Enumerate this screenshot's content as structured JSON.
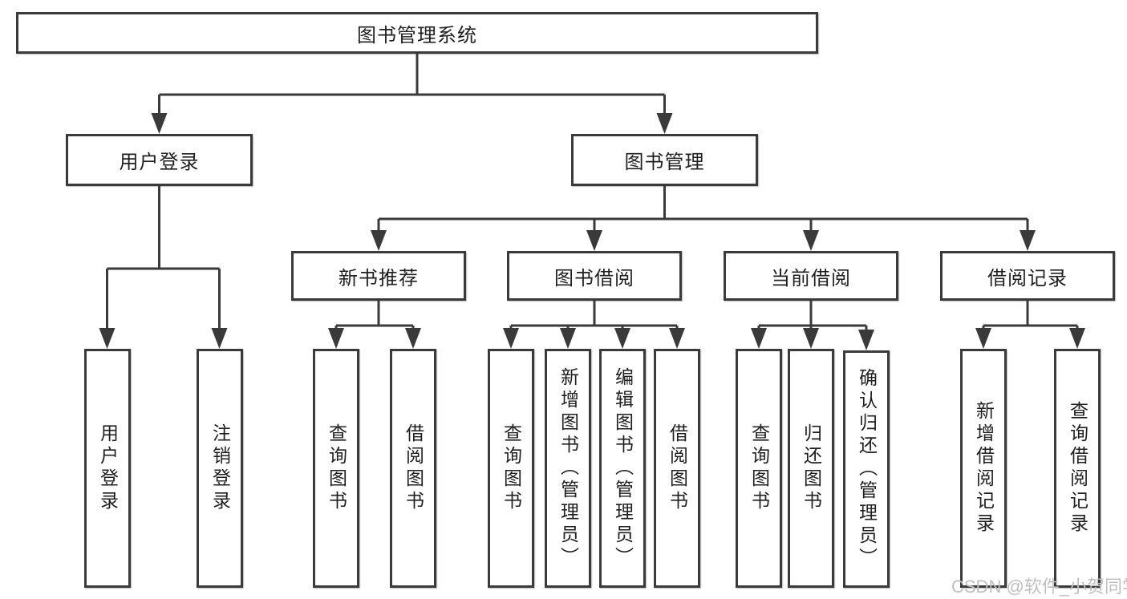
{
  "diagram": {
    "root": {
      "label": "图书管理系统"
    },
    "level2": [
      {
        "id": "user-login",
        "label": "用户登录"
      },
      {
        "id": "book-management",
        "label": "图书管理"
      }
    ],
    "level3": [
      {
        "id": "new-book-recommend",
        "label": "新书推荐"
      },
      {
        "id": "book-borrow",
        "label": "图书借阅"
      },
      {
        "id": "current-borrow",
        "label": "当前借阅"
      },
      {
        "id": "borrow-records",
        "label": "借阅记录"
      }
    ],
    "level4": {
      "user_login": [
        {
          "label": "用户登录"
        },
        {
          "label": "注销登录"
        }
      ],
      "new_book_recommend": [
        {
          "label": "查询图书"
        },
        {
          "label": "借阅图书"
        }
      ],
      "book_borrow": [
        {
          "label": "查询图书"
        },
        {
          "label": "新增图书（管理员）"
        },
        {
          "label": "编辑图书（管理员）"
        },
        {
          "label": "借阅图书"
        }
      ],
      "current_borrow": [
        {
          "label": "查询图书"
        },
        {
          "label": "归还图书"
        },
        {
          "label": "确认归还（管理员）"
        }
      ],
      "borrow_records": [
        {
          "label": "新增借阅记录"
        },
        {
          "label": "查询借阅记录"
        }
      ]
    },
    "watermark": "CSDN @软件_小贺同学",
    "colors": {
      "line": "#3a3a3a",
      "text": "#1f1f1f",
      "watermark": "#bfbfbf",
      "background": "#ffffff"
    }
  }
}
